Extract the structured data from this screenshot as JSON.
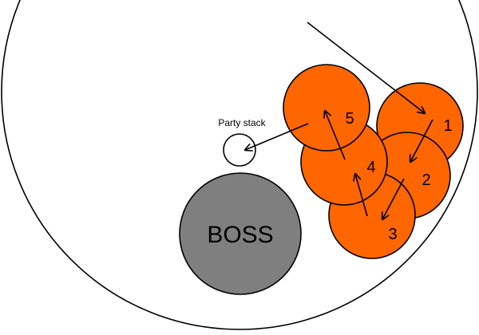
{
  "colors": {
    "arena_stroke": "#000000",
    "puddle_fill": "#ff6600",
    "boss_fill": "#7f7f7f",
    "arrow": "#000000"
  },
  "boss": {
    "label": "BOSS"
  },
  "party": {
    "label": "Party stack"
  },
  "puddles": [
    {
      "label": "1"
    },
    {
      "label": "2"
    },
    {
      "label": "3"
    },
    {
      "label": "4"
    },
    {
      "label": "5"
    }
  ]
}
